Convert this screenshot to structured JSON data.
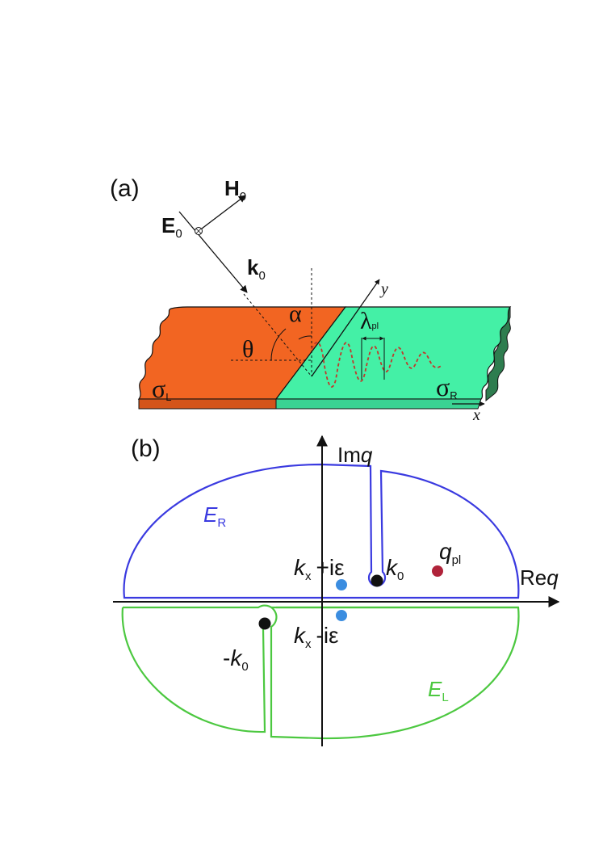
{
  "panel_a": {
    "label": "(a)",
    "field_h": {
      "sym": "H",
      "sub": "0"
    },
    "field_e": {
      "sym": "E",
      "sub": "0"
    },
    "wavevector": {
      "sym": "k",
      "sub": "0"
    },
    "angle_theta": "θ",
    "angle_alpha": "α",
    "wavelength": {
      "sym": "λ",
      "sub": "pl"
    },
    "sigma_left": {
      "sym": "σ",
      "sub": "L"
    },
    "sigma_right": {
      "sym": "σ",
      "sub": "R"
    },
    "axis_x": "x",
    "axis_y": "y",
    "colors": {
      "left_sheet": "#f26522",
      "right_sheet": "#44f0a6",
      "right_sheet_edge": "#2e7d4f",
      "wave": "#c0392b"
    }
  },
  "panel_b": {
    "label": "(b)",
    "axis_im": {
      "prefix": "Im",
      "var": "q"
    },
    "axis_re": {
      "prefix": "Re",
      "var": "q"
    },
    "contour_upper": {
      "sym": "E",
      "sub": "R",
      "color": "#3a3ae0"
    },
    "contour_lower": {
      "sym": "E",
      "sub": "L",
      "color": "#4cc840"
    },
    "pole_upper": {
      "sym": "k",
      "sub": "x",
      "suffix": "+iε"
    },
    "pole_lower": {
      "sym": "k",
      "sub": "x",
      "suffix": "-iε"
    },
    "pole_k0": {
      "sym": "k",
      "sub": "0"
    },
    "pole_minus_k0": {
      "prefix": "-",
      "sym": "k",
      "sub": "0"
    },
    "pole_qpl": {
      "sym": "q",
      "sub": "pl"
    },
    "colors": {
      "kx_pole": "#3b8de0",
      "qpl_pole": "#b0233a",
      "k0_pole": "#111111"
    }
  }
}
